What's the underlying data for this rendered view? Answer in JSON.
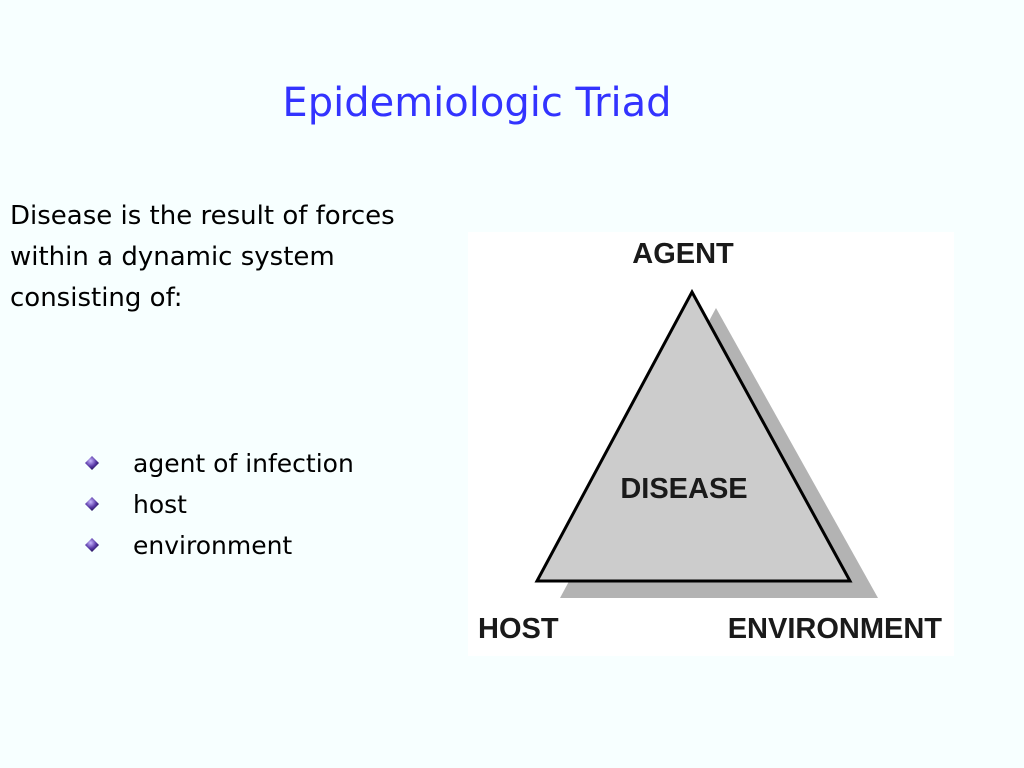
{
  "slide": {
    "title": "Epidemiologic Triad",
    "intro": "Disease is the result of forces within a dynamic system consisting of:",
    "bullets": [
      "agent of infection",
      "host",
      "environment"
    ]
  },
  "diagram": {
    "top_label": "AGENT",
    "center_label": "DISEASE",
    "bottom_left_label": "HOST",
    "bottom_right_label": "ENVIRONMENT"
  },
  "colors": {
    "background": "#f7ffff",
    "title": "#3333ff",
    "triangle_fill": "#cccccc",
    "triangle_shadow": "#b3b3b3",
    "bullet": "#4b2b8a"
  },
  "icons": {
    "bullet": "diamond-bullet-icon"
  }
}
